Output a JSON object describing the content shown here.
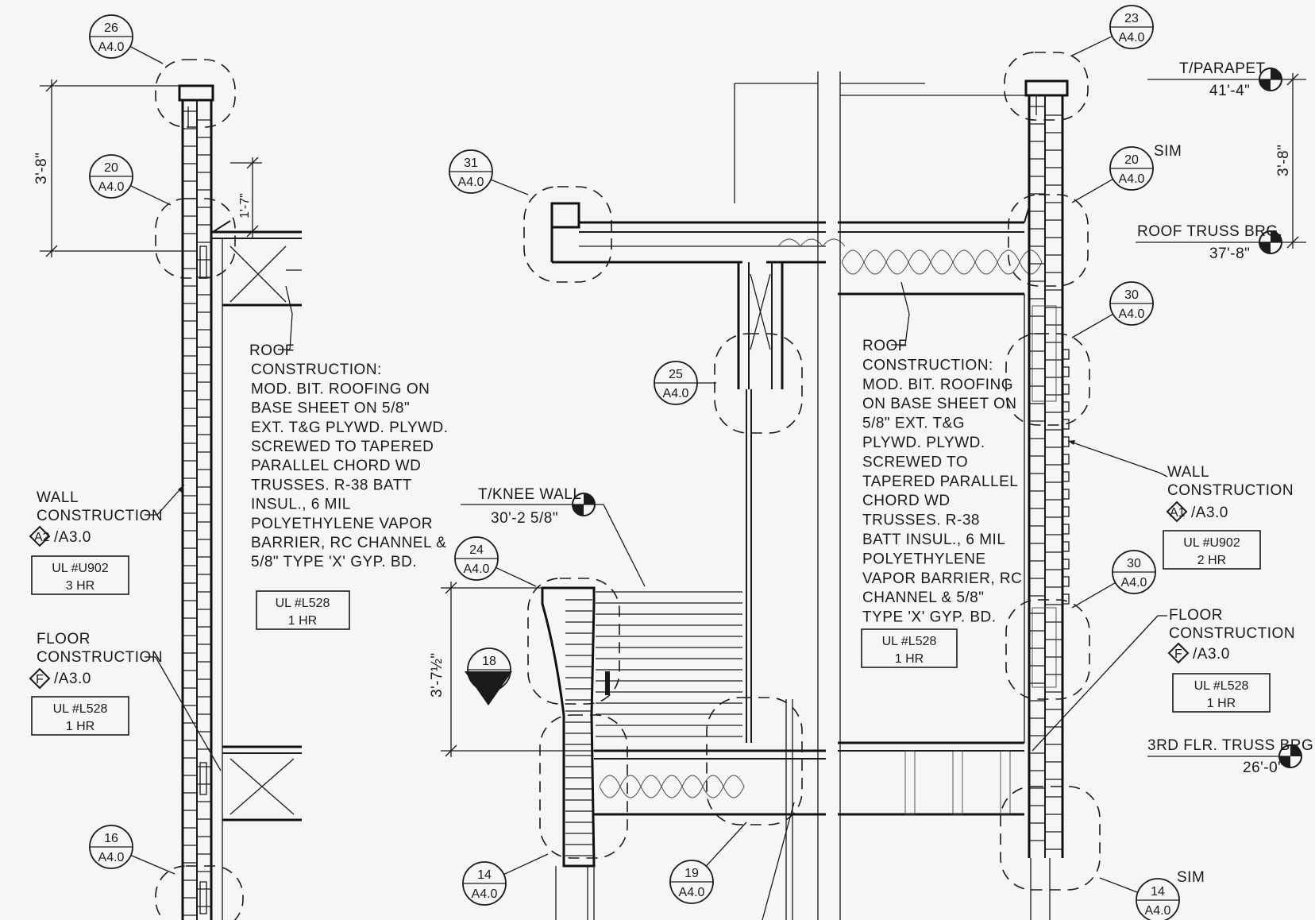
{
  "callouts": [
    {
      "num": "26",
      "sheet": "A4.0"
    },
    {
      "num": "20",
      "sheet": "A4.0"
    },
    {
      "num": "16",
      "sheet": "A4.0"
    },
    {
      "num": "31",
      "sheet": "A4.0"
    },
    {
      "num": "25",
      "sheet": "A4.0"
    },
    {
      "num": "24",
      "sheet": "A4.0"
    },
    {
      "num": "18",
      "sheet": "A4.0"
    },
    {
      "num": "14",
      "sheet": "A4.0"
    },
    {
      "num": "19",
      "sheet": "A4.0"
    },
    {
      "num": "23",
      "sheet": "A4.0"
    },
    {
      "num": "20",
      "sheet": "A4.0"
    },
    {
      "num": "30",
      "sheet": "A4.0"
    },
    {
      "num": "30",
      "sheet": "A4.0"
    },
    {
      "num": "14",
      "sheet": "A4.0"
    }
  ],
  "sim_labels": [
    "SIM",
    "SIM"
  ],
  "dimensions": {
    "left_parapet": "3'-8\"",
    "left_flashing": "1'-7\"",
    "knee_wall": "3'-7½\"",
    "right_parapet": "3'-8\""
  },
  "elevations": {
    "t_parapet": {
      "label": "T/PARAPET",
      "value": "41'-4\""
    },
    "roof_truss_brg": {
      "label": "ROOF TRUSS BRG.",
      "value": "37'-8\""
    },
    "third_flr_truss_brg": {
      "label": "3RD FLR. TRUSS BRG.",
      "value": "26'-0\""
    },
    "t_knee_wall": {
      "label": "T/KNEE WALL",
      "value": "30'-2 5/8\""
    }
  },
  "left_notes": {
    "wall_construction": [
      "WALL",
      "CONSTRUCTION"
    ],
    "wall_ref": "/A3.0",
    "wall_tag": "A2",
    "wall_ul": [
      "UL #U902",
      "3 HR"
    ],
    "floor_construction": [
      "FLOOR",
      "CONSTRUCTION"
    ],
    "floor_ref": "/A3.0",
    "floor_tag": "F",
    "floor_ul": [
      "UL #L528",
      "1 HR"
    ]
  },
  "roof_note_left": {
    "lines": [
      "ROOF",
      "CONSTRUCTION:",
      "MOD. BIT. ROOFING ON",
      "BASE SHEET ON 5/8\"",
      "EXT. T&G PLYWD. PLYWD.",
      "SCREWED TO TAPERED",
      "PARALLEL CHORD WD",
      "TRUSSES. R-38 BATT",
      "INSUL., 6 MIL",
      "POLYETHYLENE VAPOR",
      "BARRIER, RC CHANNEL &",
      "5/8\" TYPE 'X' GYP. BD."
    ],
    "ul": [
      "UL #L528",
      "1 HR"
    ]
  },
  "roof_note_right": {
    "lines": [
      "ROOF",
      "CONSTRUCTION:",
      "MOD. BIT. ROOFING",
      "ON BASE SHEET ON",
      "5/8\" EXT. T&G",
      "PLYWD. PLYWD.",
      "SCREWED TO",
      "TAPERED PARALLEL",
      "CHORD WD",
      "TRUSSES. R-38",
      "BATT INSUL., 6 MIL",
      "POLYETHYLENE",
      "VAPOR BARRIER, RC",
      "CHANNEL & 5/8\"",
      "TYPE 'X' GYP. BD."
    ],
    "ul": [
      "UL #L528",
      "1 HR"
    ]
  },
  "right_notes": {
    "wall_construction": [
      "WALL",
      "CONSTRUCTION"
    ],
    "wall_ref": "/A3.0",
    "wall_tag": "A1",
    "wall_ul": [
      "UL #U902",
      "2 HR"
    ],
    "floor_construction": [
      "FLOOR",
      "CONSTRUCTION"
    ],
    "floor_ref": "/A3.0",
    "floor_tag": "F",
    "floor_ul": [
      "UL #L528",
      "1 HR"
    ]
  }
}
